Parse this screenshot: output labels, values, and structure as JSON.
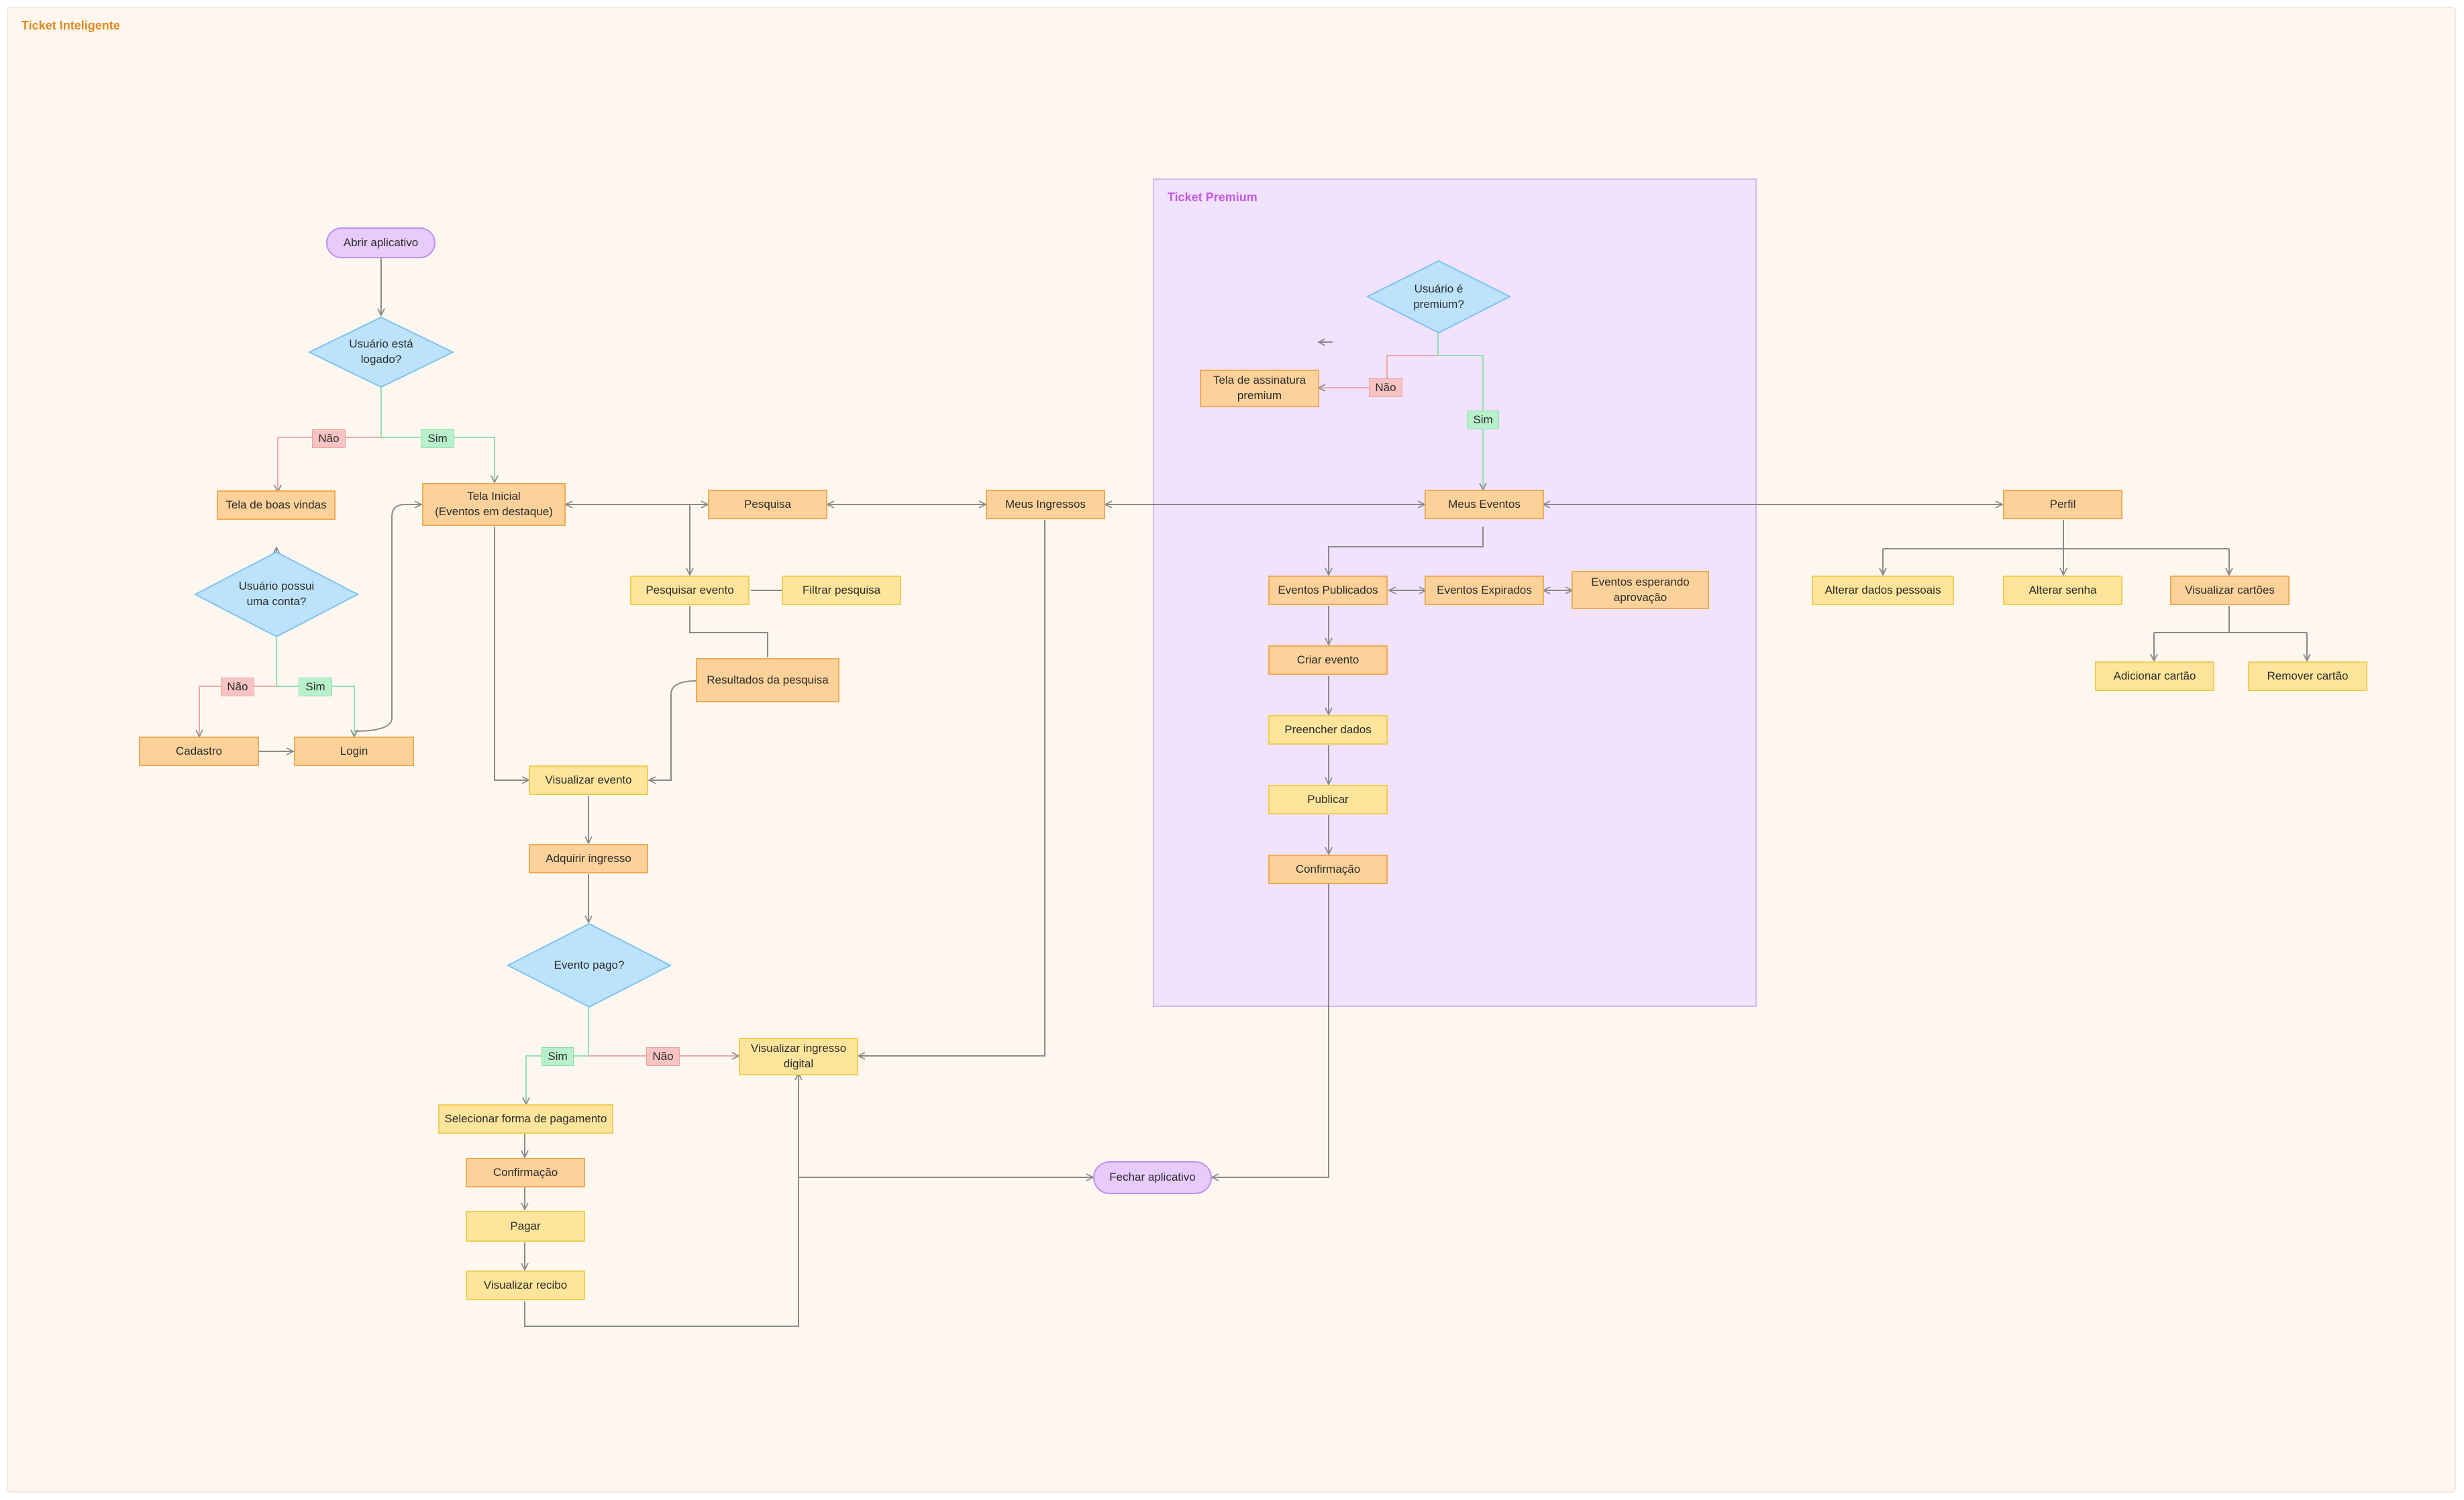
{
  "board": {
    "title": "Ticket Inteligente"
  },
  "premium_area": {
    "title": "Ticket Premium"
  },
  "colors": {
    "orange_fill": "#fdd29a",
    "yellow_fill": "#fee59b",
    "terminal_fill": "#e6cbfb",
    "decision_fill": "#bde3fc",
    "no_tag": "#f8c3c3",
    "yes_tag": "#b8f0cc",
    "premium_area": "#f1e2fd",
    "connector": "#8a8a8a"
  },
  "nodes": {
    "abrir_aplicativo": "Abrir aplicativo",
    "usuario_logado": "Usuário está\nlogado?",
    "tela_boas_vindas": "Tela de boas vindas",
    "usuario_possui_conta": "Usuário possui\numa conta?",
    "cadastro": "Cadastro",
    "login": "Login",
    "tela_inicial": "Tela Inicial\n(Eventos em destaque)",
    "pesquisa": "Pesquisa",
    "pesquisar_evento": "Pesquisar evento",
    "filtrar_pesquisa": "Filtrar pesquisa",
    "resultados_pesquisa": "Resultados da pesquisa",
    "visualizar_evento": "Visualizar evento",
    "adquirir_ingresso": "Adquirir ingresso",
    "evento_pago": "Evento pago?",
    "selecionar_pagamento": "Selecionar forma de pagamento",
    "confirmacao_pagamento": "Confirmação",
    "pagar": "Pagar",
    "visualizar_recibo": "Visualizar recibo",
    "visualizar_ingresso_digital": "Visualizar ingresso\ndigital",
    "meus_ingressos": "Meus Ingressos",
    "fechar_aplicativo": "Fechar aplicativo",
    "usuario_premium": "Usuário é\npremium?",
    "tela_assinatura": "Tela de assinatura\npremium",
    "meus_eventos": "Meus Eventos",
    "eventos_publicados": "Eventos Publicados",
    "eventos_expirados": "Eventos Expirados",
    "eventos_esperando": "Eventos esperando\naprovação",
    "criar_evento": "Criar evento",
    "preencher_dados": "Preencher dados",
    "publicar": "Publicar",
    "confirmacao_evento": "Confirmação",
    "perfil": "Perfil",
    "alterar_dados": "Alterar dados pessoais",
    "alterar_senha": "Alterar senha",
    "visualizar_cartoes": "Visualizar cartões",
    "adicionar_cartao": "Adicionar cartão",
    "remover_cartao": "Remover cartão"
  },
  "tags": {
    "no": "Não",
    "yes": "Sim"
  }
}
